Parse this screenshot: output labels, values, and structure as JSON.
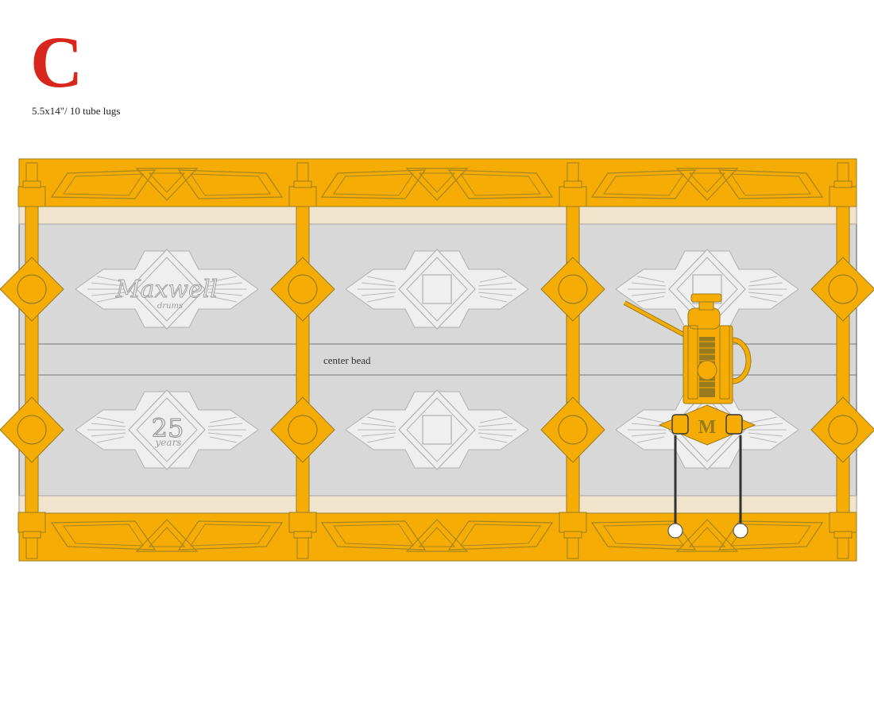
{
  "header": {
    "letter": "C",
    "spec": "5.5x14\"/ 10 tube lugs"
  },
  "drum": {
    "labels": {
      "center_bead": "center bead",
      "logo_script": "Maxwell",
      "logo_sub": "drums",
      "anniv_number": "25",
      "anniv_word": "years",
      "strainer_badge": "M"
    }
  },
  "colors": {
    "accent_red": "#d9261c",
    "hoop_gold": "#f5ad05",
    "hoop_stroke": "#9a7a1e",
    "shell_gray": "#d8d8d8",
    "inlay_white": "#efefef",
    "edge_cream": "#f0e5cc"
  }
}
